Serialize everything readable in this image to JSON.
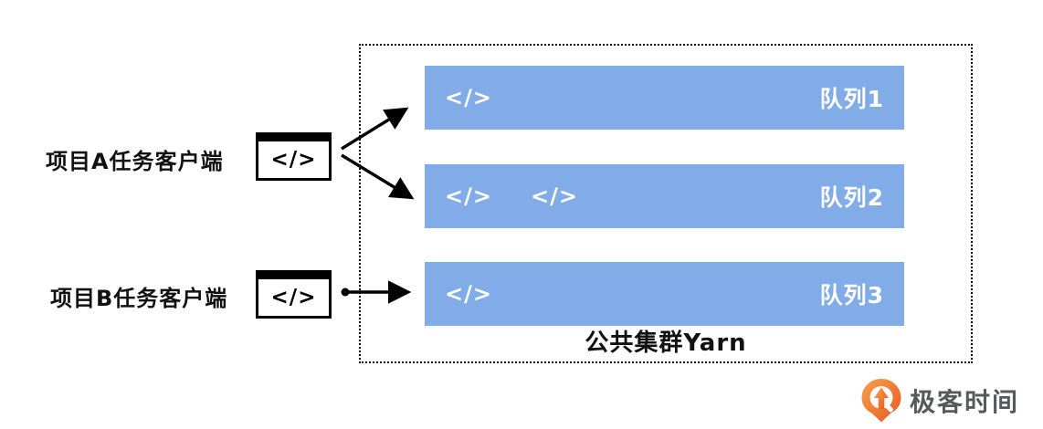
{
  "diagram": {
    "clients": [
      {
        "label": "项目A任务客户端",
        "icon": "</>"
      },
      {
        "label": "项目B任务客户端",
        "icon": "</>"
      }
    ],
    "cluster": {
      "label": "公共集群Yarn",
      "queues": [
        {
          "label": "队列1",
          "tasks": [
            "</>"
          ]
        },
        {
          "label": "队列2",
          "tasks": [
            "</>",
            "</>"
          ]
        },
        {
          "label": "队列3",
          "tasks": [
            "</>"
          ]
        }
      ]
    },
    "connections": [
      {
        "from": "client-a",
        "to": "队列1"
      },
      {
        "from": "client-a",
        "to": "队列2"
      },
      {
        "from": "client-b",
        "to": "队列3"
      }
    ]
  },
  "branding": {
    "logo_text": "极客时间"
  },
  "colors": {
    "queue_fill": "#81ACE8",
    "queue_text": "#ffffff",
    "arrow": "#000000",
    "border": "#000000",
    "logo_orange_light": "#F8A14B",
    "logo_orange_dark": "#E65826",
    "logo_text_color": "#57595B"
  }
}
